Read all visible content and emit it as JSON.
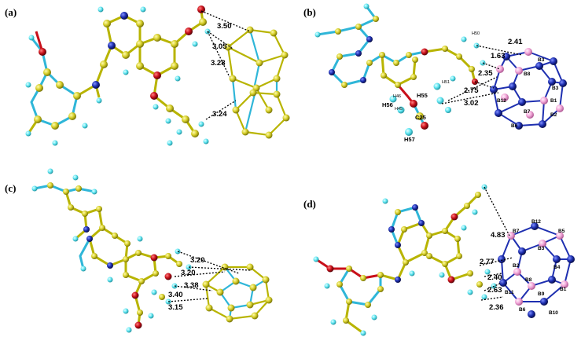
{
  "colors": {
    "carbon": "#d6cf2a",
    "nitrogen": "#1e2fb0",
    "oxygen": "#c8101a",
    "hydrogen": "#5fe6f2",
    "boron_pink": "#f2a6d8",
    "bond_cyan": "#2fb6d8",
    "bond_yellow": "#b8b400",
    "bond_red": "#c8101a"
  },
  "panels": [
    {
      "label": "(a)",
      "distances": [
        "3.50",
        "3.05",
        "3.28",
        "3.24"
      ]
    },
    {
      "label": "(b)",
      "distances": [
        "2.41",
        "1.63",
        "2.35",
        "2.75",
        "3.02"
      ],
      "atom_labels": [
        "H50",
        "H46",
        "H45",
        "H51",
        "H55",
        "H56",
        "H57",
        "C25",
        "B3",
        "B8",
        "B3",
        "B12",
        "B7",
        "B2",
        "B1",
        "B6"
      ]
    },
    {
      "label": "(c)",
      "distances": [
        "3.20",
        "3.20",
        "3.38",
        "3.40",
        "3.15"
      ]
    },
    {
      "label": "(d)",
      "distances": [
        "4.83",
        "2.77",
        "2.40",
        "2.63",
        "2.36"
      ],
      "atom_labels": [
        "B7",
        "B12",
        "B5",
        "B3",
        "B2",
        "B8",
        "B1",
        "B6",
        "B10",
        "B4",
        "B9",
        "B11"
      ]
    }
  ]
}
